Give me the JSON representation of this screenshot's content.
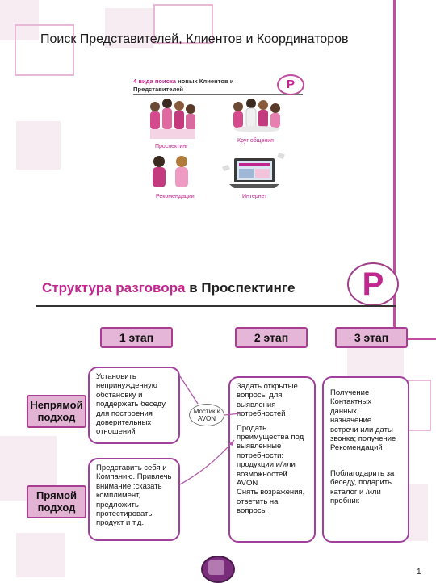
{
  "title": "Поиск Представителей, Клиентов и Координаторов",
  "slide": {
    "heading_pink": "4 вида поиска",
    "heading_rest": " новых Клиентов и Представителей",
    "badge": "P",
    "captions": [
      "Проспектинг",
      "Круг общения",
      "Рекомендации",
      "Интернет"
    ]
  },
  "main": {
    "badge": "P",
    "heading_pink": "Структура разговора",
    "heading_dark": " в Проспектинге"
  },
  "stages": [
    "1 этап",
    "2 этап",
    "3 этап"
  ],
  "approaches": {
    "indirect": "Непрямой подход",
    "direct": "Прямой подход"
  },
  "boxes": {
    "stage1_indirect": "Установить непринужденную обстановку и поддержать беседу для построения доверительных отношений",
    "stage1_direct": "Представить себя и Компанию. Привлечь внимание :сказать комплимент, предложить протестировать продукт и т.д.",
    "stage2_a": "Задать открытые вопросы для выявления потребностей",
    "stage2_b": "Продать преимущества под выявленные потребности: продукции и/или возможностей AVON",
    "stage2_c": "Снять возражения, ответить на вопросы",
    "stage3_a": "Получение Контактных данных, назначение встречи или даты звонка; получение Рекомендаций",
    "stage3_b": "Поблагодарить за беседу, подарить каталог и /или пробник"
  },
  "bridge": "Мостик к AVON",
  "page_number": "1"
}
